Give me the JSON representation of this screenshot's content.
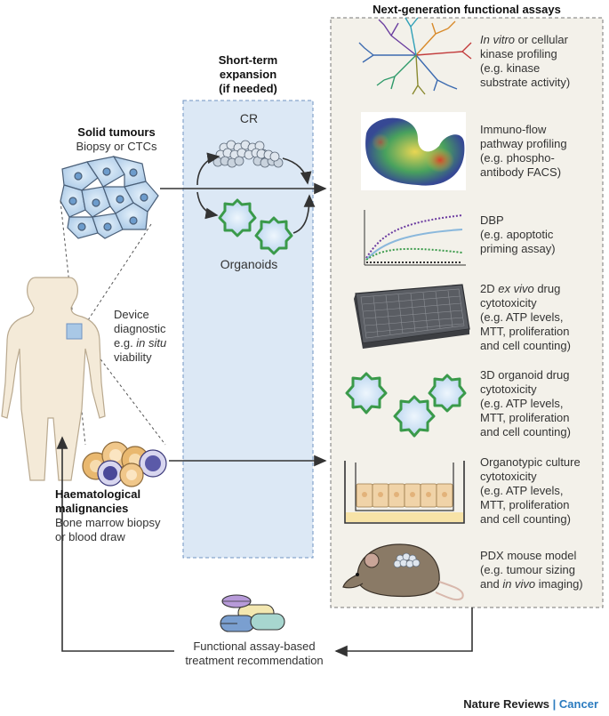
{
  "assays_header": "Next-generation functional assays",
  "expansion": {
    "title_l1": "Short-term",
    "title_l2": "expansion",
    "title_l3": "(if needed)",
    "cr_label": "CR",
    "organoids_label": "Organoids"
  },
  "solid": {
    "title": "Solid tumours",
    "subtitle": "Biopsy or CTCs"
  },
  "device": {
    "l1": "Device",
    "l2": "diagnostic",
    "l3_pre": "e.g. ",
    "l3_em": "in situ",
    "l4": "viability"
  },
  "haem": {
    "title_l1": "Haematological",
    "title_l2": "malignancies",
    "l1": "Bone marrow biopsy",
    "l2": "or blood draw"
  },
  "assays": [
    {
      "l1_em": "In vitro",
      "l1": " or cellular",
      "l2": "kinase profiling",
      "l3": "(e.g. kinase",
      "l4": "substrate activity)"
    },
    {
      "l1": "Immuno-flow",
      "l2": "pathway profiling",
      "l3": "(e.g. phospho-",
      "l4": "antibody FACS)"
    },
    {
      "l1": "DBP",
      "l2": "(e.g. apoptotic",
      "l3": "priming assay)"
    },
    {
      "l1_pre": "2D ",
      "l1_em": "ex vivo",
      "l1": " drug",
      "l2": "cytotoxicity",
      "l3": "(e.g. ATP levels,",
      "l4": "MTT, proliferation",
      "l5": "and cell counting)"
    },
    {
      "l1": "3D organoid drug",
      "l2": "cytotoxicity",
      "l3": "(e.g. ATP levels,",
      "l4": "MTT, proliferation",
      "l5": "and cell counting)"
    },
    {
      "l1": "Organotypic culture",
      "l2": "cytotoxicity",
      "l3": "(e.g. ATP levels,",
      "l4": "MTT, proliferation",
      "l5": "and cell counting)"
    },
    {
      "l1": "PDX mouse model",
      "l2": "(e.g. tumour sizing",
      "l3_pre": "and ",
      "l3_em": "in vivo",
      "l3": " imaging)"
    }
  ],
  "recommendation": {
    "l1": "Functional assay-based",
    "l2": "treatment recommendation"
  },
  "footer": {
    "journal": "Nature Reviews",
    "sep": " | ",
    "section": "Cancer"
  },
  "colors": {
    "expansion_fill": "#dce8f5",
    "expansion_border": "#6f93c2",
    "assays_fill": "#f3f1ea",
    "assays_border": "#777777",
    "organoid_green": "#3a9a4a",
    "cell_blue": "#b9d3ea",
    "accent_cancer": "#2b7bbf"
  }
}
